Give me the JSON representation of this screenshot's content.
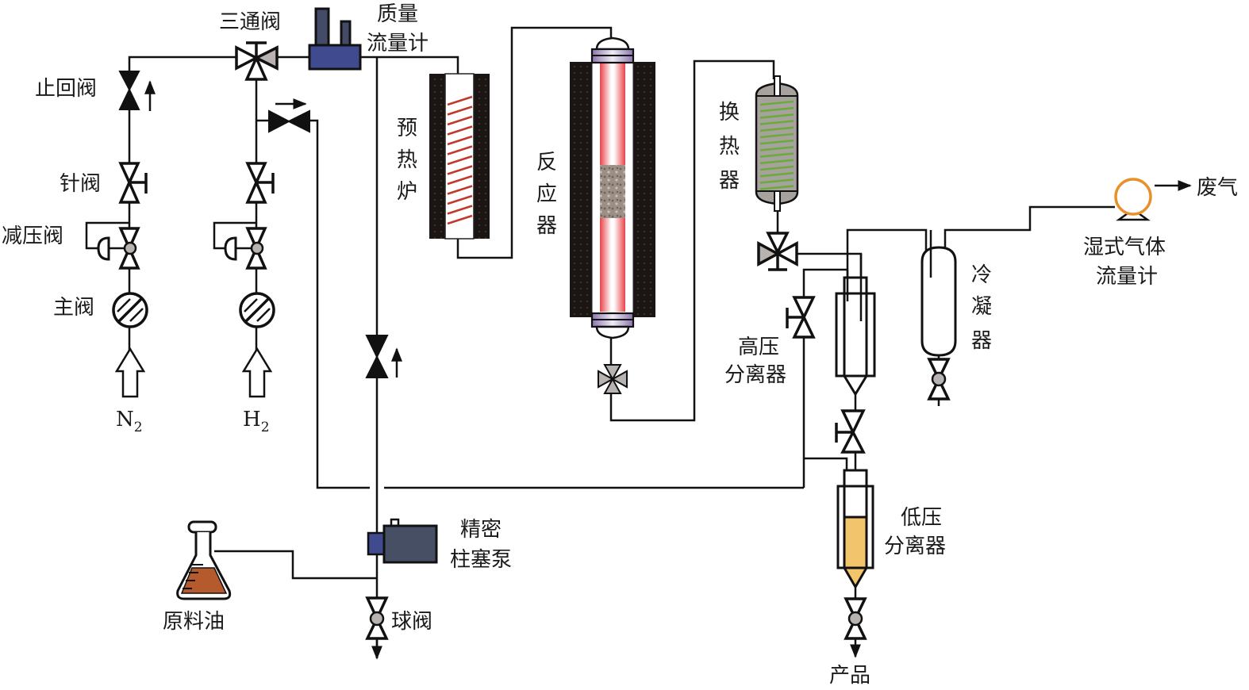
{
  "diagram": {
    "type": "process-flow",
    "labels": {
      "three_way_valve": "三通阀",
      "mass_flow_meter_line1": "质量",
      "mass_flow_meter_line2": "流量计",
      "check_valve": "止回阀",
      "needle_valve": "针阀",
      "pressure_reducing_valve": "减压阀",
      "main_valve": "主阀",
      "n2_base": "N",
      "n2_sub": "2",
      "h2_base": "H",
      "h2_sub": "2",
      "preheater_1": "预",
      "preheater_2": "热",
      "preheater_3": "炉",
      "reactor_1": "反",
      "reactor_2": "应",
      "reactor_3": "器",
      "heat_exchanger_1": "换",
      "heat_exchanger_2": "热",
      "heat_exchanger_3": "器",
      "hp_separator_line1": "高压",
      "hp_separator_line2": "分离器",
      "condenser_1": "冷",
      "condenser_2": "凝",
      "condenser_3": "器",
      "wet_gas_meter_line1": "湿式气体",
      "wet_gas_meter_line2": "流量计",
      "waste_gas": "废气",
      "lp_separator_line1": "低压",
      "lp_separator_line2": "分离器",
      "product": "产品",
      "plunger_pump_line1": "精密",
      "plunger_pump_line2": "柱塞泵",
      "feed_oil": "原料油",
      "ball_valve": "球阀"
    },
    "colors": {
      "line": "#111111",
      "mass_flow_meter": "#3f4a8f",
      "mass_flow_meter_towers": "#444b66",
      "pump_body": "#464f63",
      "pump_head": "#3f4a8f",
      "preheater_coil": "#c0392b",
      "reactor_tube": "#e8434a",
      "reactor_flange": "#9a86b8",
      "catalyst_bed": "#9c8f86",
      "heat_exchanger_body": "#a8a29e",
      "heat_exchanger_coil": "#6aab3c",
      "valve_gray": "#b8b3b0",
      "lp_liquid": "#f2c46c",
      "feed_oil": "#b45a2c",
      "wet_gas_meter_ring": "#e8902a",
      "insulation": "#1b1613"
    }
  }
}
